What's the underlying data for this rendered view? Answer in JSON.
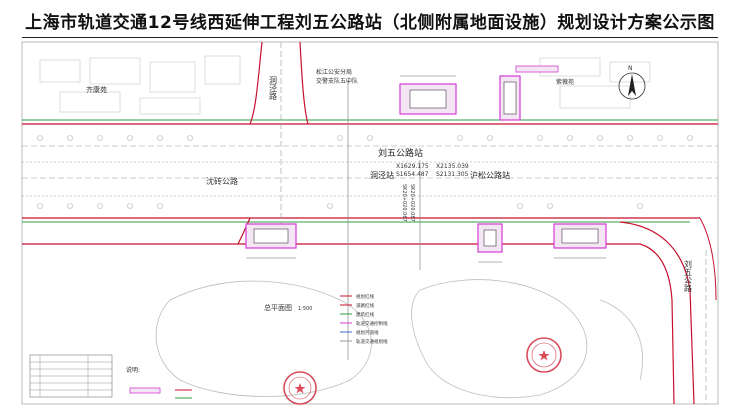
{
  "title": "上海市轨道交通12号线西延伸工程刘五公路站（北侧附属地面设施）规划设计方案公示图",
  "places": {
    "qikangyuan": "齐康苑",
    "police": "松江公安分局",
    "police2": "交警支队五中队",
    "ziyun": "紫薇苑",
    "north_arrow": "N"
  },
  "roads": {
    "dongjing_road": "洞泾路",
    "shenzhuan_road": "沈砖公路",
    "liuwu_road": "刘五公路"
  },
  "station": {
    "name": "刘五公路站",
    "west_side": "洞泾站",
    "east_side": "沪松公路站",
    "coord_w_x": "X1629.175",
    "coord_w_y": "S1654.487",
    "coord_e_x": "X2135.039",
    "coord_e_y": "S2131.305",
    "chainage_1": "SK20+020.067",
    "chainage_2": "SK20+020.087"
  },
  "labels": {
    "plan_title": "总平面图",
    "plan_scale": "1:500",
    "notes_head": "说明:"
  },
  "legend": [
    {
      "label": "规划红线"
    },
    {
      "label": "道路红线"
    },
    {
      "label": "建筑红线"
    },
    {
      "label": "轨道交通控制线"
    },
    {
      "label": "规划河道线"
    },
    {
      "label": "轨道交通规划线"
    }
  ],
  "colors": {
    "red_line": "#c8102e",
    "magenta": "#d63bd3",
    "green": "#2f9e44",
    "gray": "#9a9a9a",
    "stamp": "#d94b5b"
  }
}
